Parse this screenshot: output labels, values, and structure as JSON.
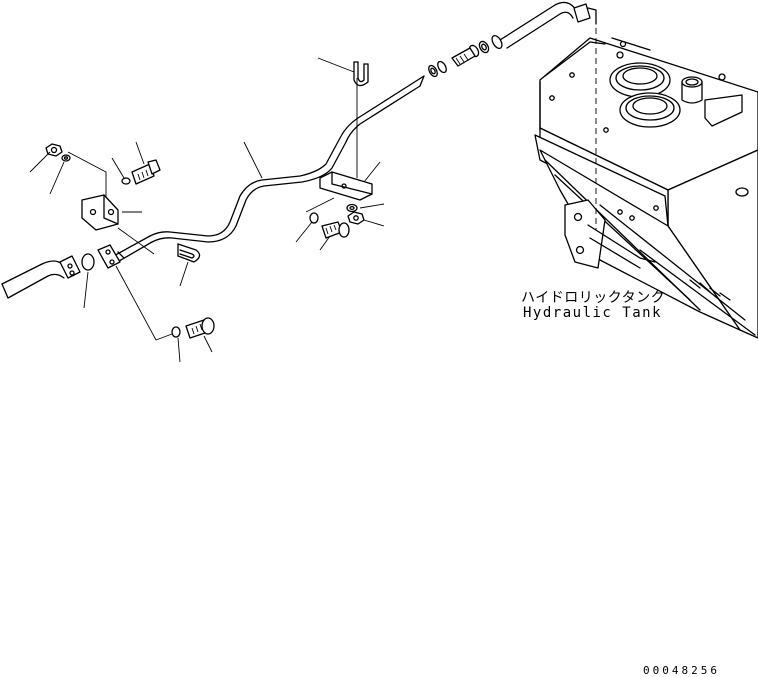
{
  "labels": {
    "tank_jp": "ハイドロリックタンク",
    "tank_en": "Hydraulic Tank"
  },
  "drawing_number": "00048256"
}
